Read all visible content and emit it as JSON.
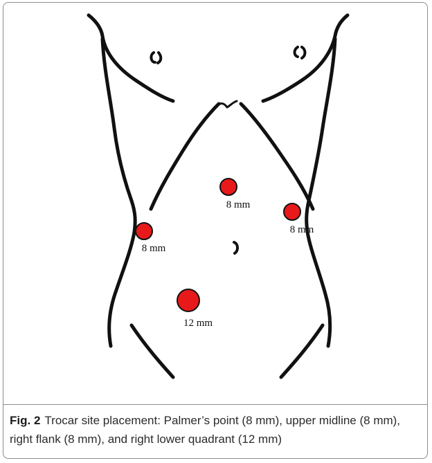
{
  "figure": {
    "ports": [
      {
        "name": "upper-midline-port",
        "label": "8 mm"
      },
      {
        "name": "palmers-point-port",
        "label": "8 mm"
      },
      {
        "name": "right-flank-port",
        "label": "8 mm"
      },
      {
        "name": "right-lower-quadrant-port",
        "label": "12 mm"
      }
    ],
    "port_color": "#e8191b",
    "line_color": "#111111"
  },
  "caption": {
    "label": "Fig. 2",
    "text": "Trocar site placement: Palmer’s point (8 mm), upper midline (8 mm), right flank (8 mm), and right lower quadrant (12 mm)"
  }
}
